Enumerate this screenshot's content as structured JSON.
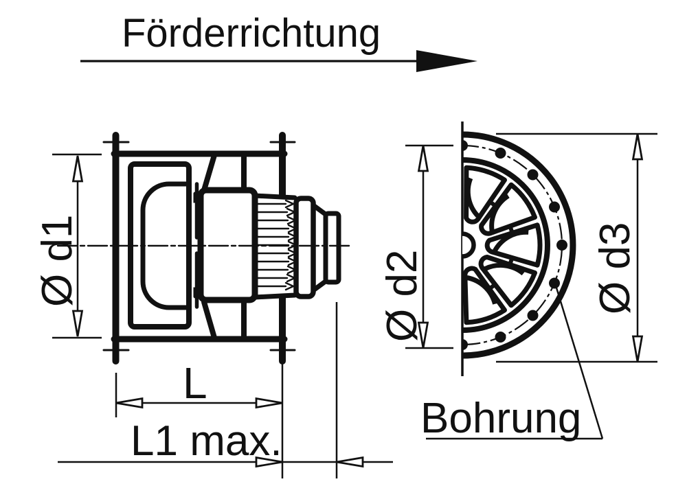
{
  "page": {
    "background": "#ffffff",
    "ink": "#111111"
  },
  "drawing": {
    "flow_direction_label": "Förderrichtung",
    "side_view": {
      "d1_label": "Ø d1",
      "length_label": "L",
      "length_max_label": "L1 max."
    },
    "front_view": {
      "d2_label": "Ø d2",
      "d3_label": "Ø d3",
      "bore_label": "Bohrung"
    }
  }
}
